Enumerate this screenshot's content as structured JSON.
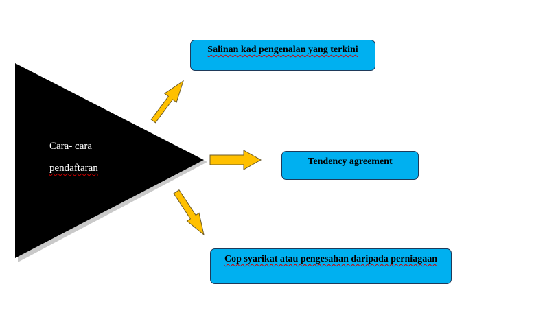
{
  "diagram": {
    "source": {
      "label_line1": "Cara- cara",
      "label_line2": "pendaftaran",
      "fill_color": "#000000"
    },
    "targets": [
      {
        "label": "Salinan kad pengenalan yang terkini"
      },
      {
        "label": "Tendency agreement"
      },
      {
        "label": "Cop syarikat atau pengesahan daripada perniagaan"
      }
    ],
    "colors": {
      "box_fill": "#00b0f0",
      "box_border": "#1f3a5a",
      "arrow_fill": "#ffc000",
      "arrow_stroke": "#6b5a2a"
    }
  }
}
